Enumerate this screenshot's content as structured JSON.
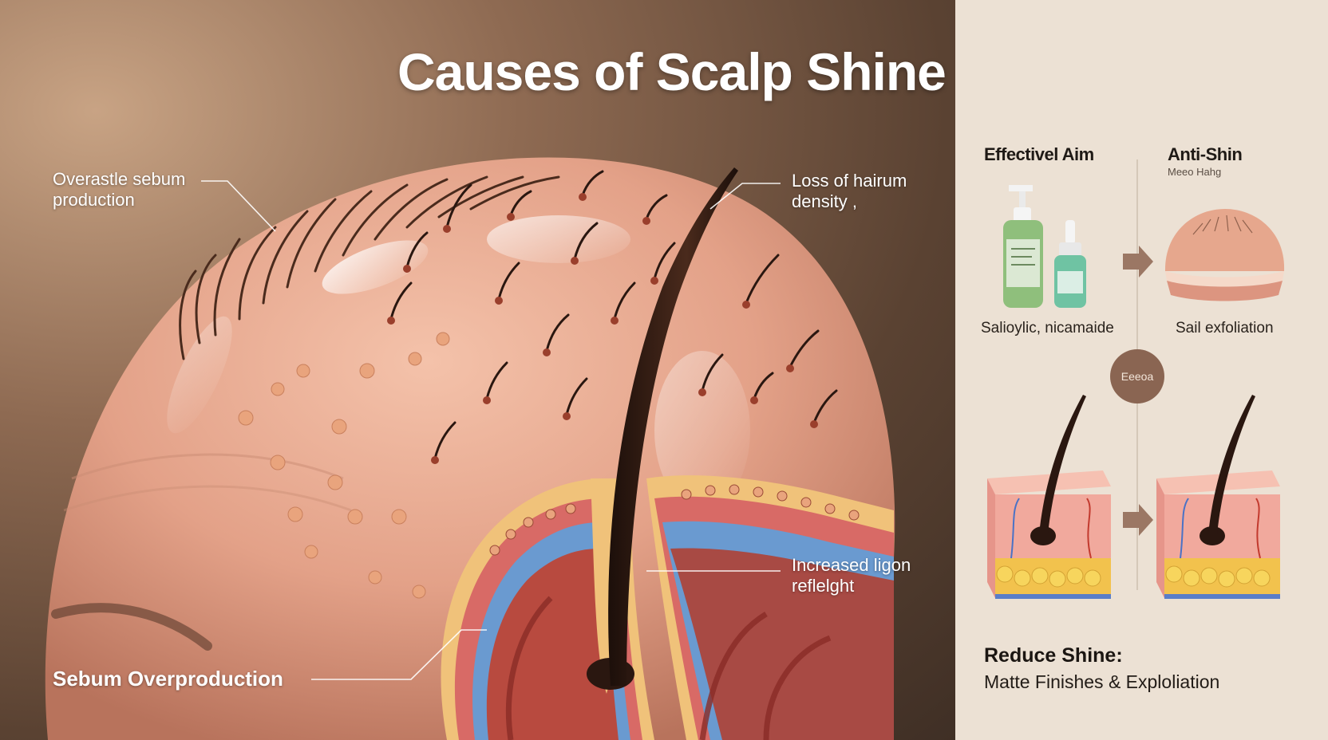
{
  "title": "Causes of Scalp Shine",
  "callouts": {
    "sebum_production": "Overastle sebum production",
    "hair_density": "Loss of hairum density ,",
    "light_reflection": "Increased ligon reflelght",
    "sebum_overproduction": "Sebum Overproduction"
  },
  "right_panel": {
    "col1_heading": "Effectivel Aim",
    "col2_heading": "Anti-Shin",
    "col2_sub": "Meeo Hahg",
    "col1_caption": "Salioylic, nicamaide",
    "col2_caption": "Sail exfoliation",
    "badge": "Eeeoa",
    "reduce_title": "Reduce Shine:",
    "reduce_sub": "Matte Finishes & Exploliation"
  },
  "colors": {
    "panel_bg": "#ece1d4",
    "skin": "#e8a88e",
    "hair": "#2a1710",
    "bottle_green": "#8fbf7c",
    "bottle_teal": "#6fc3a3",
    "arrow": "#9b7764",
    "badge": "#8a6552"
  },
  "icons": [
    "pump-bottle-icon",
    "dropper-bottle-icon",
    "arrow-right-icon",
    "matte-scalp-icon",
    "skin-cross-section-icon"
  ]
}
